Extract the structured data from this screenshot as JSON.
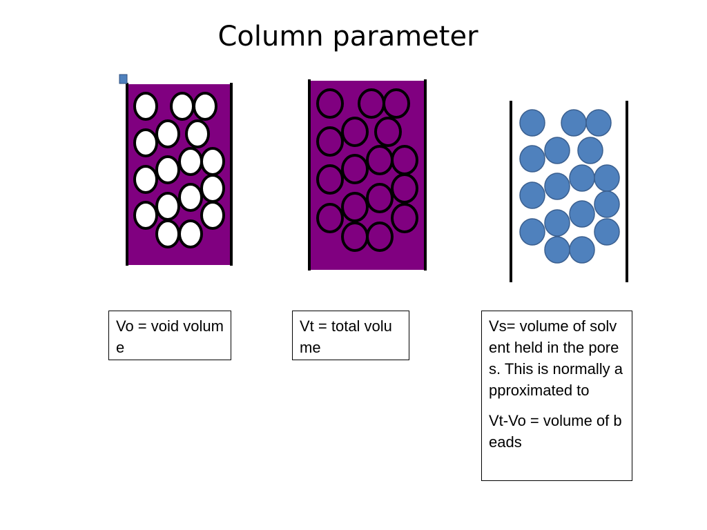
{
  "title": "Column parameter",
  "colors": {
    "column_fill": "#800080",
    "bead_blue": "#4f81bd",
    "bead_white": "#ffffff",
    "handle": "#4f81bd"
  },
  "labels": {
    "vo": [
      "Vo = void volume"
    ],
    "vt": [
      "Vt = total volume"
    ],
    "vs": [
      "Vs= volume of solvent held in the pores. This is normally approximated to",
      "Vt-Vo = volume of beads"
    ]
  }
}
